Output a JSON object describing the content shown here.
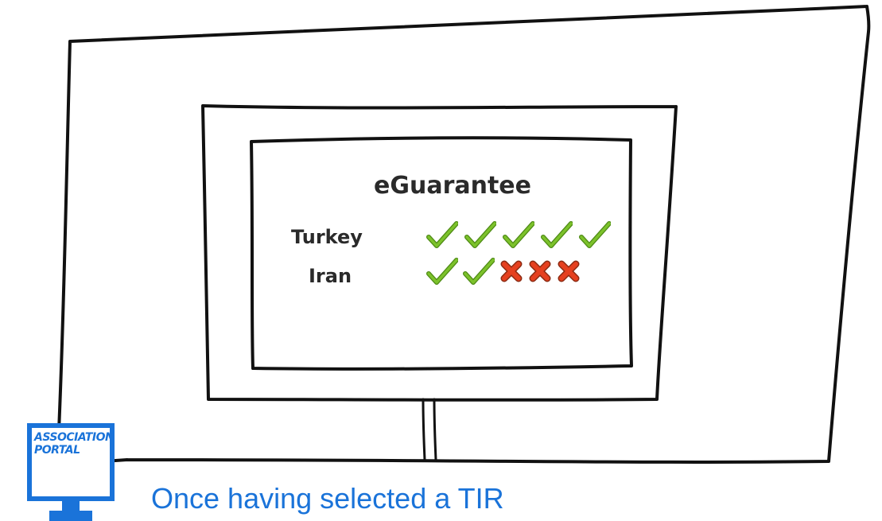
{
  "screen": {
    "title": "eGuarantee"
  },
  "rows": [
    {
      "country": "Turkey",
      "checks": 5,
      "crosses": 0
    },
    {
      "country": "Iran",
      "checks": 2,
      "crosses": 3
    }
  ],
  "colors": {
    "check": "#7cc22b",
    "check_shadow": "#4e8a15",
    "cross": "#e5401f",
    "cross_outline": "#8a2a12",
    "portal_blue": "#1a73d9",
    "caption": "#1a73d9",
    "sketch_line": "#111111"
  },
  "logo": {
    "line1": "ASSOCIATION",
    "line2": "PORTAL",
    "icon": "monitor-icon"
  },
  "caption": "Once having selected a TIR"
}
